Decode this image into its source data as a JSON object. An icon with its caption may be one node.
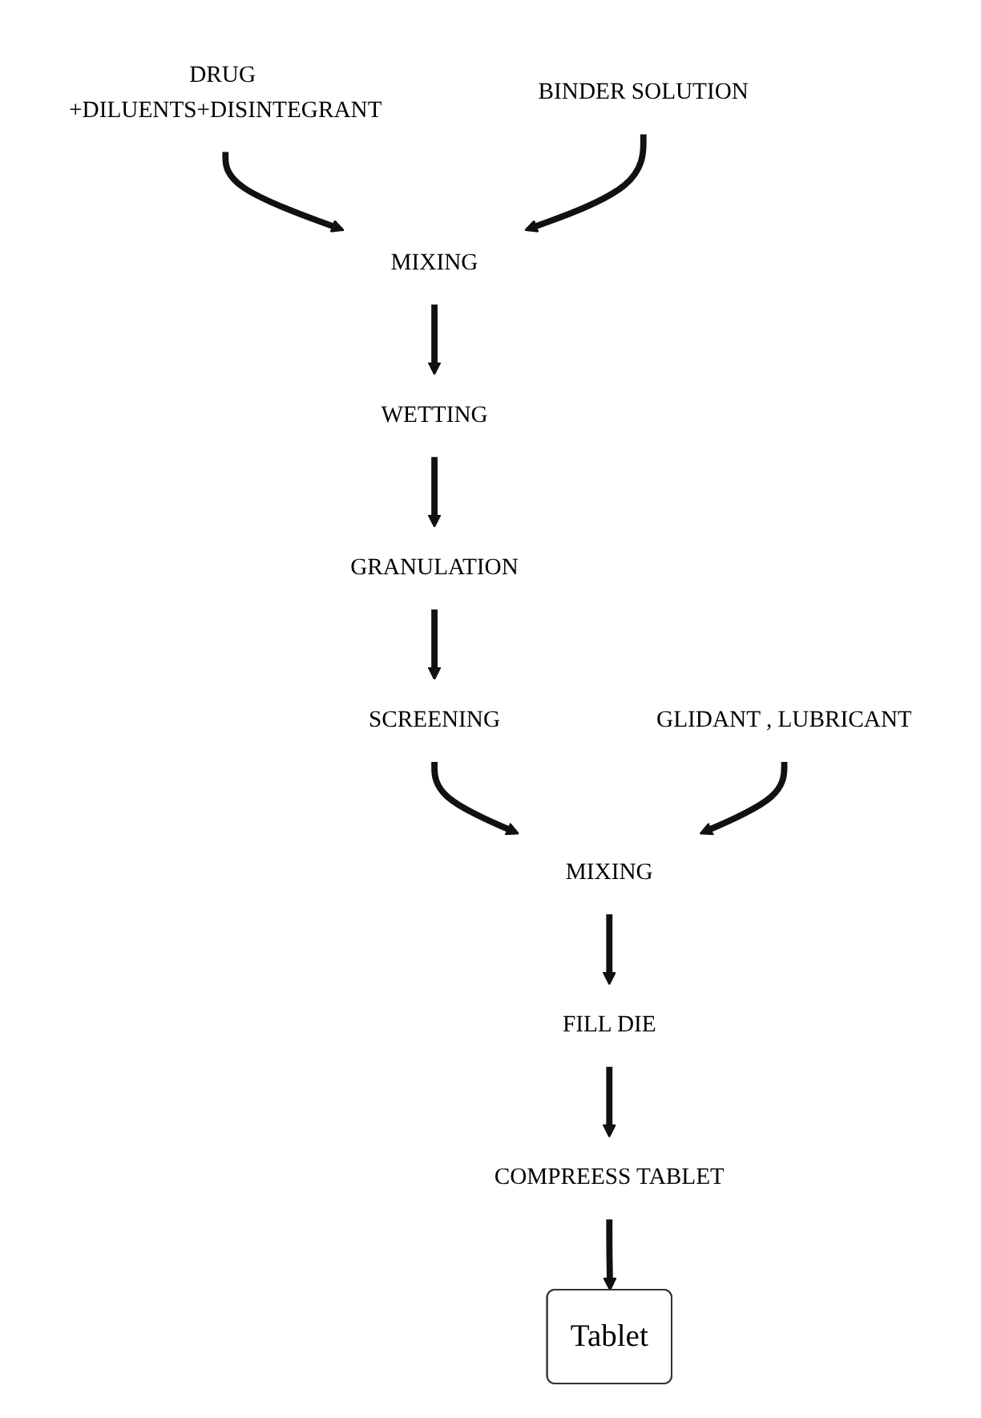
{
  "diagram": {
    "nodes": [
      {
        "text": [
          "DRUG +DILUENTS+DISINTEGRANT"
        ]
      },
      {
        "text": [
          "MIXING"
        ]
      },
      {
        "text": [
          "BINDER SOLUTION"
        ]
      },
      {
        "text": [
          "WETTING"
        ]
      },
      {
        "text": [
          "GRANULATION"
        ]
      },
      {
        "text": [
          "SCREENING"
        ]
      },
      {
        "text": [
          "MIXING"
        ]
      },
      {
        "text": [
          "GLIDANT , LUBRICANT"
        ]
      },
      {
        "text": [
          "FILL DIE"
        ]
      },
      {
        "text": [
          "COMPREESS TABLET"
        ]
      },
      {
        "text": [
          "Tablet"
        ]
      }
    ],
    "edges": [
      {
        "from": 0,
        "to": 1,
        "arrow": "to"
      },
      {
        "from": 2,
        "to": 1,
        "arrow": "to"
      },
      {
        "from": 1,
        "to": 3,
        "arrow": "to"
      },
      {
        "from": 3,
        "to": 4,
        "arrow": "to"
      },
      {
        "from": 4,
        "to": 5,
        "arrow": "to"
      },
      {
        "from": 5,
        "to": 6,
        "arrow": "to"
      },
      {
        "from": 7,
        "to": 6,
        "arrow": "to"
      },
      {
        "from": 6,
        "to": 8,
        "arrow": "to"
      },
      {
        "from": 8,
        "to": 9,
        "arrow": "to"
      },
      {
        "from": 9,
        "to": 10,
        "arrow": "to"
      }
    ]
  }
}
